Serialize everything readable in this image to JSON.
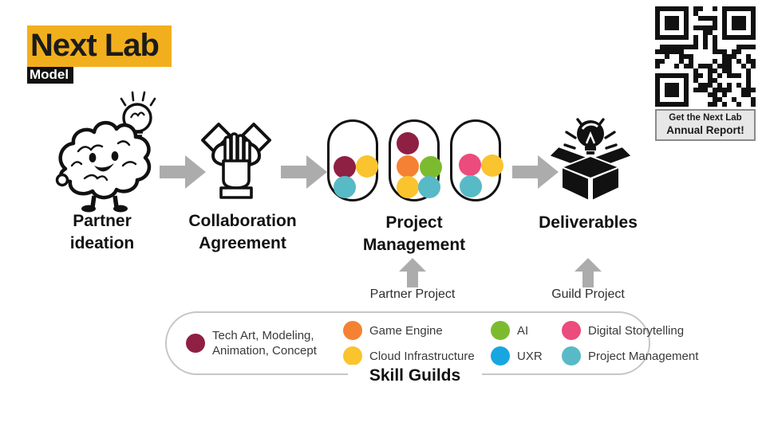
{
  "header": {
    "title": "Next Lab",
    "subtitle": "Model"
  },
  "qr": {
    "caption_line1": "Get the Next Lab",
    "caption_line2": "Annual Report!"
  },
  "flow": {
    "stages": [
      {
        "label": "Partner ideation",
        "icon": "brain-lightbulb-icon"
      },
      {
        "label": "Collaboration Agreement",
        "icon": "hands-in-icon"
      },
      {
        "label": "Project Management",
        "icon": "skill-pills"
      },
      {
        "label": "Deliverables",
        "icon": "open-box-lightbulb-icon"
      }
    ],
    "pills": [
      {
        "dots": [
          "tech_art",
          "cloud_infrastructure",
          "project_management"
        ]
      },
      {
        "dots": [
          "tech_art",
          "game_engine",
          "ai",
          "cloud_infrastructure",
          "project_management"
        ]
      },
      {
        "dots": [
          "digital_storytelling",
          "cloud_infrastructure",
          "project_management"
        ]
      }
    ],
    "input_arrows": [
      {
        "label": "Partner Project",
        "points_to": "Project Management"
      },
      {
        "label": "Guild Project",
        "points_to": "Deliverables"
      }
    ]
  },
  "guild_colors": {
    "tech_art": "#8E2043",
    "game_engine": "#F58233",
    "cloud_infrastructure": "#FAC42E",
    "ai": "#7CBB2F",
    "uxr": "#18A6E0",
    "digital_storytelling": "#EB4B7D",
    "project_management": "#58BAC6"
  },
  "legend": {
    "title": "Skill Guilds",
    "items": [
      {
        "key": "tech_art",
        "label": "Tech Art, Modeling, Animation, Concept"
      },
      {
        "key": "game_engine",
        "label": "Game Engine"
      },
      {
        "key": "cloud_infrastructure",
        "label": "Cloud Infrastructure"
      },
      {
        "key": "ai",
        "label": "AI"
      },
      {
        "key": "uxr",
        "label": "UXR"
      },
      {
        "key": "digital_storytelling",
        "label": "Digital Storytelling"
      },
      {
        "key": "project_management",
        "label": "Project Management"
      }
    ]
  },
  "colors": {
    "accent_yellow": "#F2AF1D",
    "arrow_gray": "#ACACAC",
    "legend_border": "#C6C6C6"
  }
}
